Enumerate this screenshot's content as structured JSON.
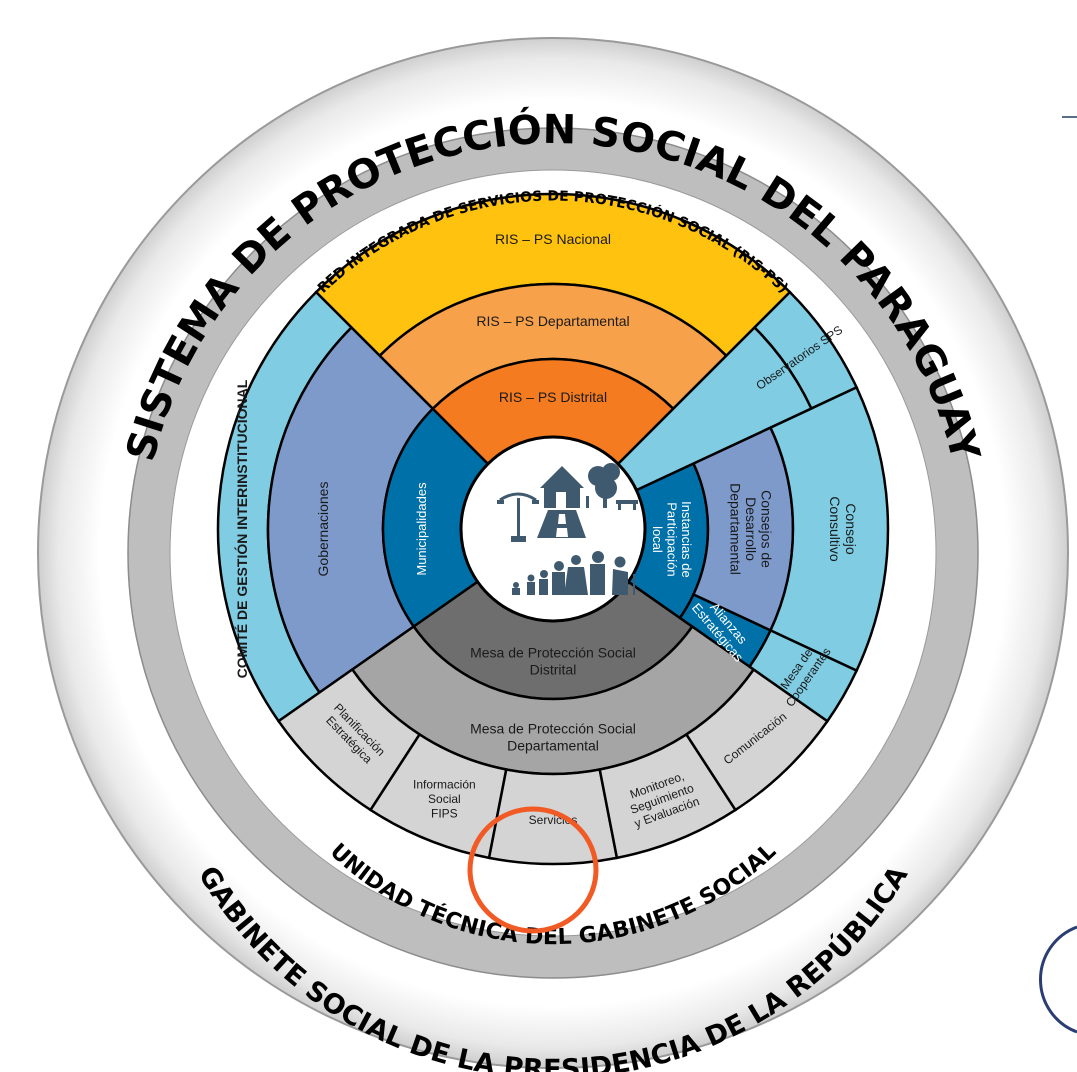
{
  "outer_ring": {
    "top_label": "SISTEMA DE PROTECCIÓN SOCIAL DEL PARAGUAY",
    "bottom_label": "GABINETE SOCIAL DE LA PRESIDENCIA DE LA REPÚBLICA"
  },
  "gray_ring": {
    "bottom_label": "UNIDAD TÉCNICA DEL GABINETE SOCIAL"
  },
  "ris_ps": {
    "arc_label": "RED INTEGRADA DE SERVICIOS DE PROTECCIÓN SOCIAL (RIS-PS)",
    "nacional": "RIS – PS Nacional",
    "departamental": "RIS – PS Departamental",
    "distrital": "RIS – PS Distrital"
  },
  "left_sector": {
    "comite": "COMITÉ DE GESTIÓN INTERINSTITUCIONAL",
    "gobernaciones": "Gobernaciones",
    "municipalidades": "Municipalidades"
  },
  "right_sector": {
    "observatorios": "Observatorios SPS",
    "consejo_consultivo": [
      "Consejo",
      "Consultivo"
    ],
    "consejos_desarrollo": [
      "Consejos de",
      "Desarrollo",
      "Departamental"
    ],
    "instancias": [
      "Instancias de",
      "Participación",
      "local"
    ],
    "alianzas": [
      "Alianzas",
      "Estratégicas"
    ],
    "mesa_cooperantes": [
      "Mesa de",
      "Cooperantes"
    ]
  },
  "bottom_sector": {
    "mesa_distrital": [
      "Mesa de Protección Social",
      "Distrital"
    ],
    "mesa_departamental": [
      "Mesa de Protección Social",
      "Departamental"
    ],
    "planificacion": [
      "Planificación",
      "Estratégica"
    ],
    "informacion": [
      "Información",
      "Social",
      "FIPS"
    ],
    "servicios": "Servicios",
    "monitoreo": [
      "Monitoreo,",
      "Seguimiento",
      "y Evaluación"
    ],
    "comunicacion": "Comunicación"
  },
  "center": {
    "icon": "community-people-icon"
  },
  "colors": {
    "yellow": "#FFC20E",
    "orange_light": "#F7A24A",
    "orange_dark": "#F47B20",
    "sky_blue": "#7FCCE3",
    "slate_blue": "#7D9ACB",
    "teal_blue": "#0071A8",
    "gray_dark": "#6E6E6E",
    "gray_mid": "#A5A5A5",
    "gray_light": "#D4D4D4",
    "ring_gray": "#BEBEBE",
    "highlight": "#F15A24",
    "icon_color": "#3F5A6E"
  }
}
